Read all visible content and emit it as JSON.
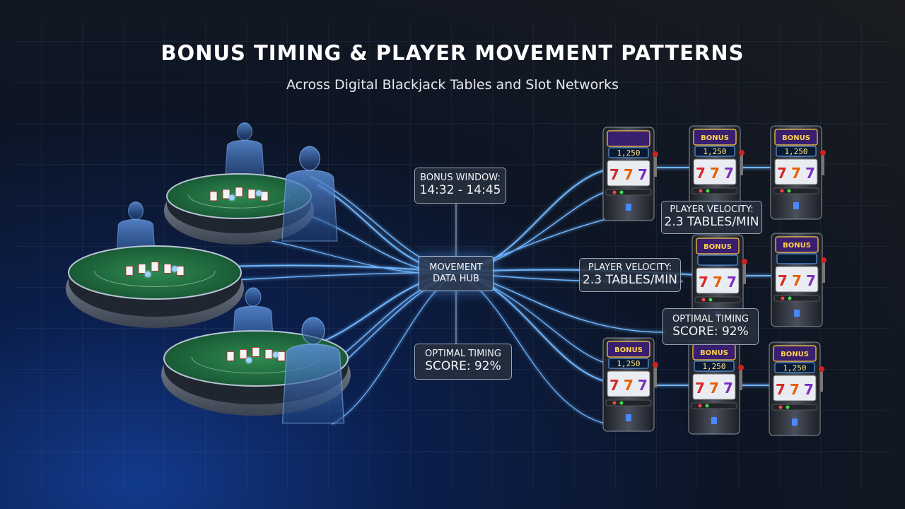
{
  "header": {
    "title": "BONUS TIMING & PLAYER MOVEMENT PATTERNS",
    "subtitle": "Across Digital Blackjack Tables and Slot Networks"
  },
  "hub": {
    "line1": "MOVEMENT",
    "line2": "DATA HUB"
  },
  "labels": {
    "bonus_window": {
      "line1": "BONUS WINDOW:",
      "line2": "14:32 - 14:45"
    },
    "optimal_timing_left": {
      "line1": "OPTIMAL TIMING",
      "line2": "SCORE: 92%"
    },
    "player_velocity_top": {
      "line1": "PLAYER VELOCITY:",
      "line2": "2.3 TABLES/MIN"
    },
    "player_velocity_mid": {
      "line1": "PLAYER VELOCITY:",
      "line2": "2.3 TABLES/MIN"
    },
    "optimal_timing_right": {
      "line1": "OPTIMAL TIMING",
      "line2": "SCORE: 92%"
    }
  },
  "slots": [
    {
      "display": "1,250",
      "marquee": ""
    },
    {
      "display": "1,250",
      "marquee": "BONUS"
    },
    {
      "display": "1,250",
      "marquee": "BONUS"
    },
    {
      "display": "",
      "marquee": "BONUS"
    },
    {
      "display": "",
      "marquee": "BONUS"
    },
    {
      "display": "1,250",
      "marquee": "BONUS"
    },
    {
      "display": "1,250",
      "marquee": "BONUS"
    },
    {
      "display": "1,250",
      "marquee": "BONUS"
    }
  ],
  "colors": {
    "felt": "#1e6b3c",
    "glow": "#5aa8ff",
    "silhouette": "#2d5fa0",
    "slot_body": "#2a2e36"
  }
}
